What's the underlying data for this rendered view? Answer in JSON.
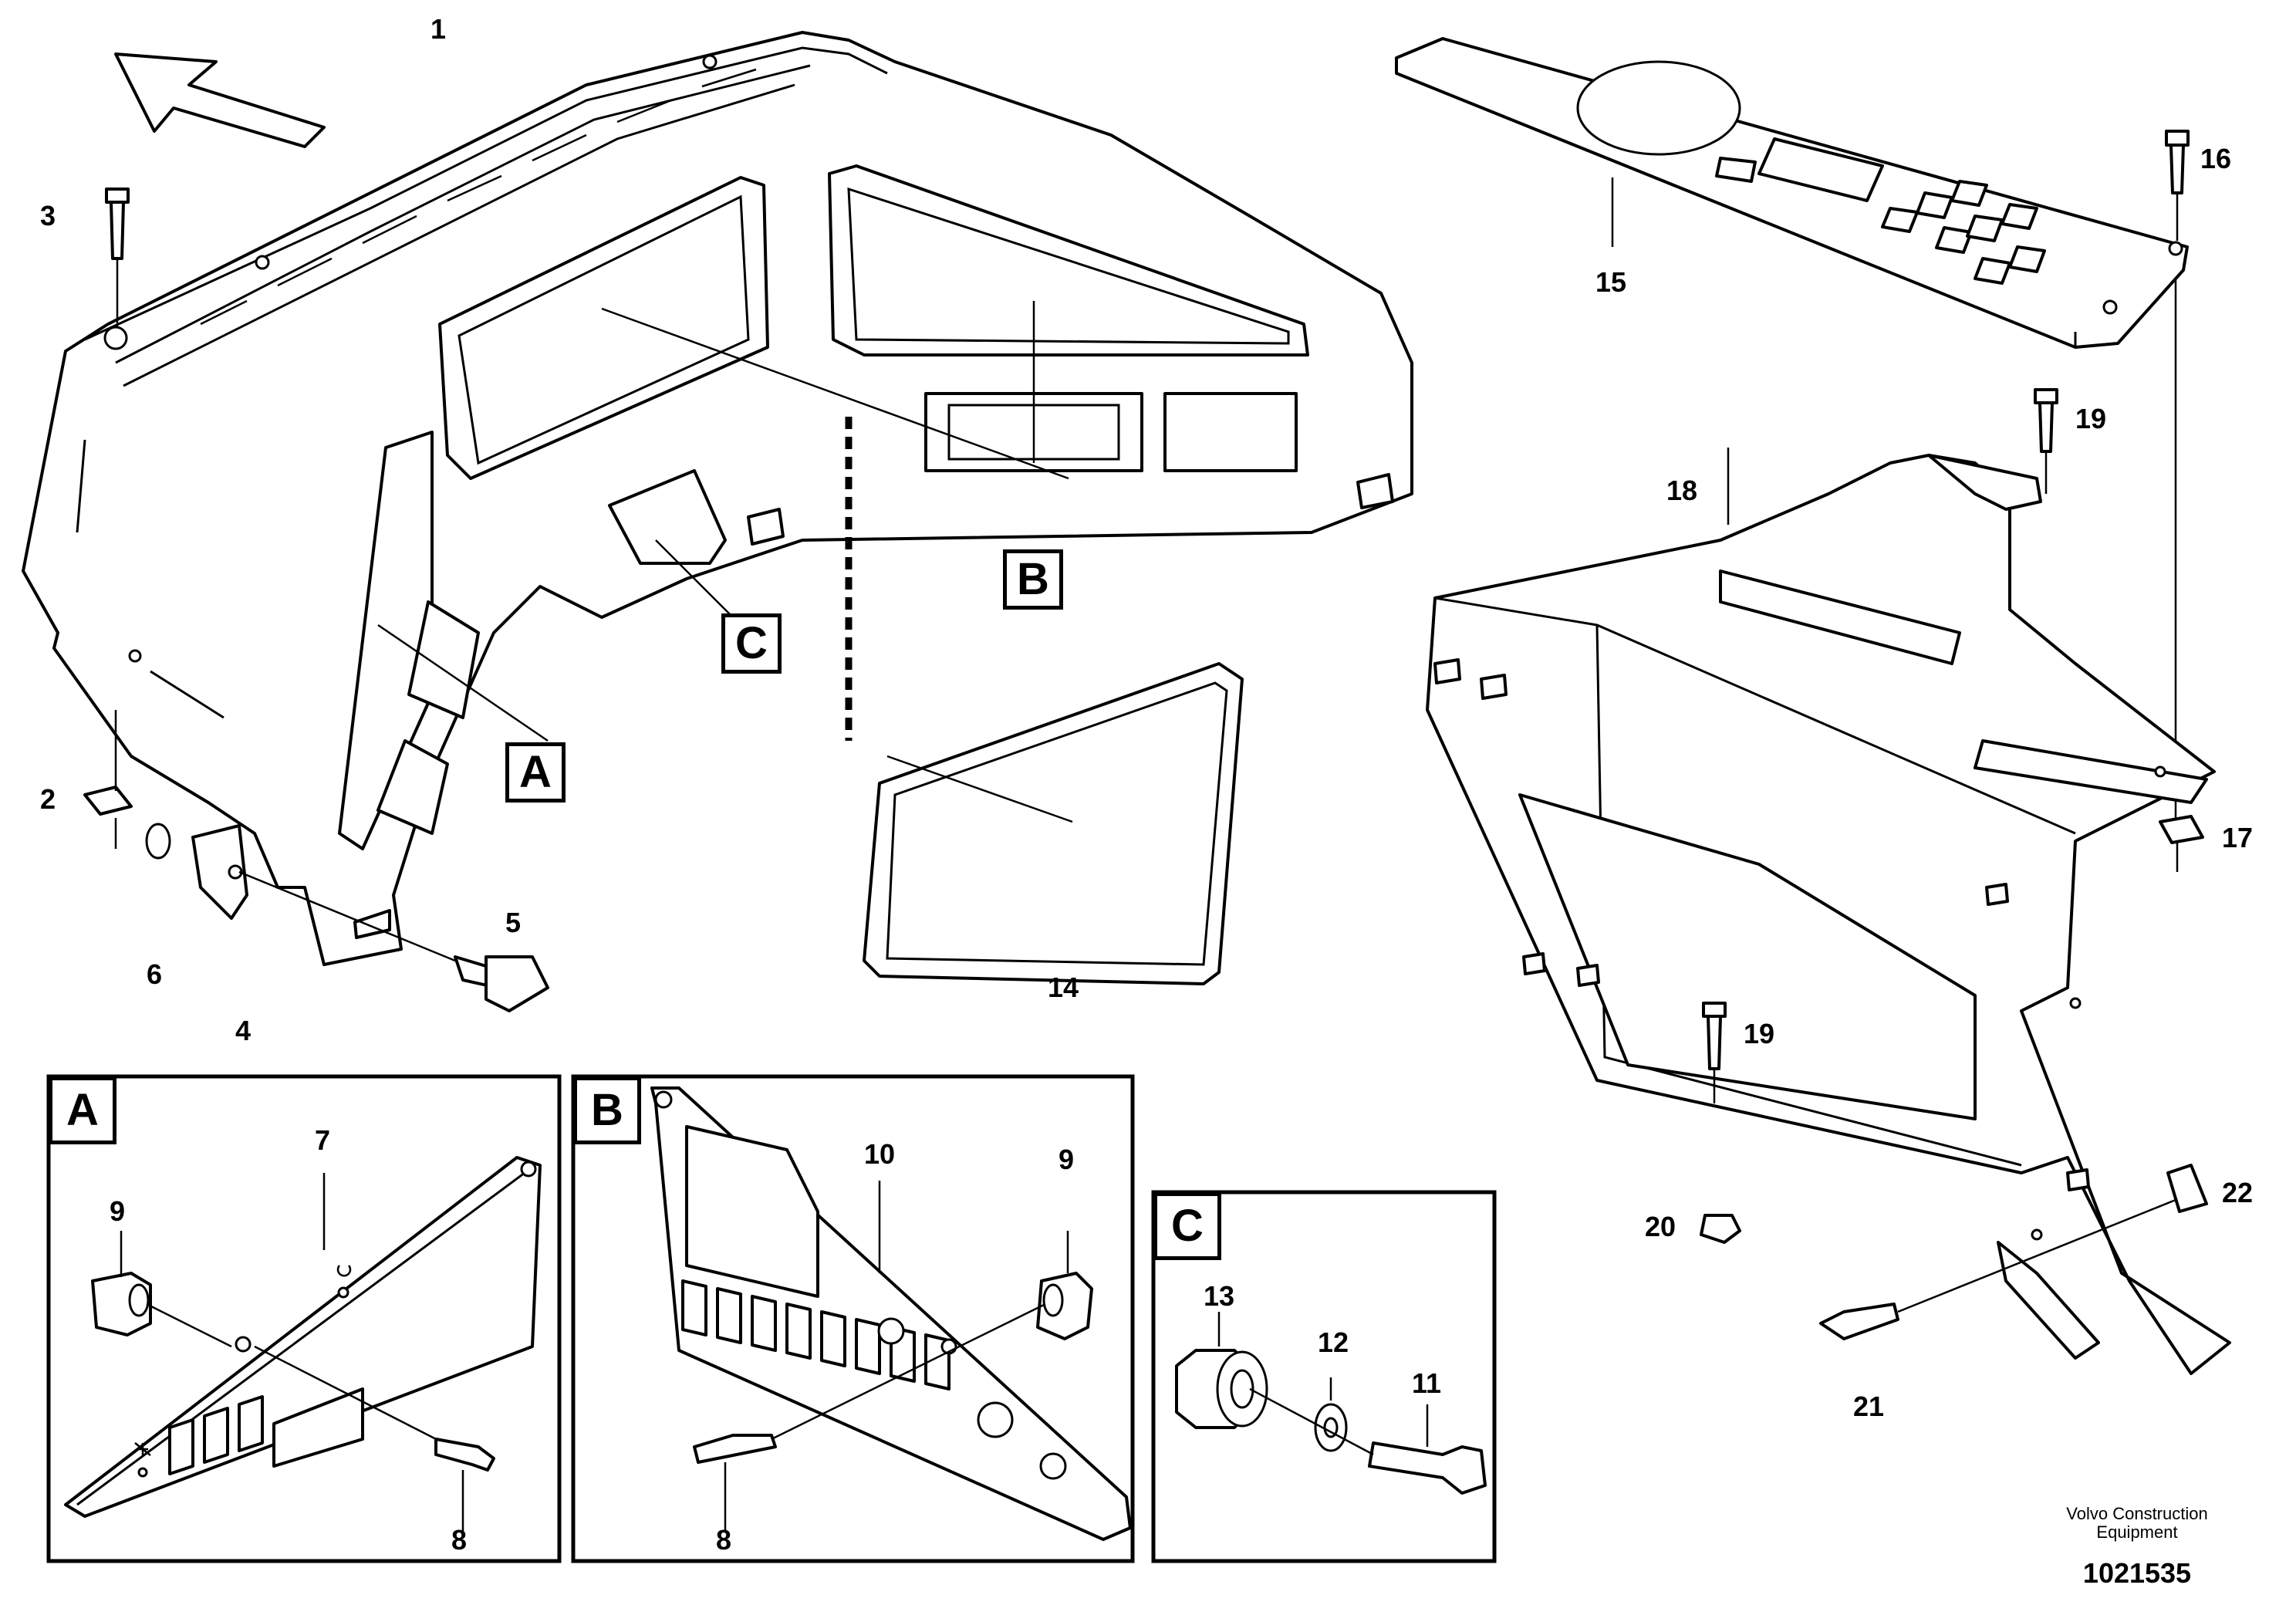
{
  "figure": {
    "part_numbers": [
      "1",
      "2",
      "3",
      "4",
      "5",
      "6",
      "7",
      "8",
      "9",
      "10",
      "11",
      "12",
      "13",
      "14",
      "15",
      "16",
      "17",
      "18",
      "19",
      "20",
      "21",
      "22"
    ],
    "detail_labels": [
      "A",
      "B",
      "C"
    ],
    "callouts": {
      "n1": "1",
      "n2": "2",
      "n3": "3",
      "n4": "4",
      "n5": "5",
      "n6": "6",
      "n7": "7",
      "n8a": "8",
      "n8b": "8",
      "n9a": "9",
      "n9b": "9",
      "n10": "10",
      "n11": "11",
      "n12": "12",
      "n13": "13",
      "n14": "14",
      "n15": "15",
      "n16": "16",
      "n17": "17",
      "n18": "18",
      "n19a": "19",
      "n19b": "19",
      "n20": "20",
      "n21": "21",
      "n22": "22"
    },
    "section_markers": {
      "main_a": "A",
      "main_b": "B",
      "main_c": "C",
      "box_a": "A",
      "box_b": "B",
      "box_c": "C"
    },
    "credit": {
      "brand_line1": "Volvo Construction",
      "brand_line2": "Equipment",
      "drawing_number": "1021535"
    }
  },
  "icons": [
    "direction-arrow-icon",
    "lamp-symbol-icon",
    "indicator-symbol-icon"
  ],
  "colors": {
    "line": "#000000",
    "background": "#ffffff"
  }
}
